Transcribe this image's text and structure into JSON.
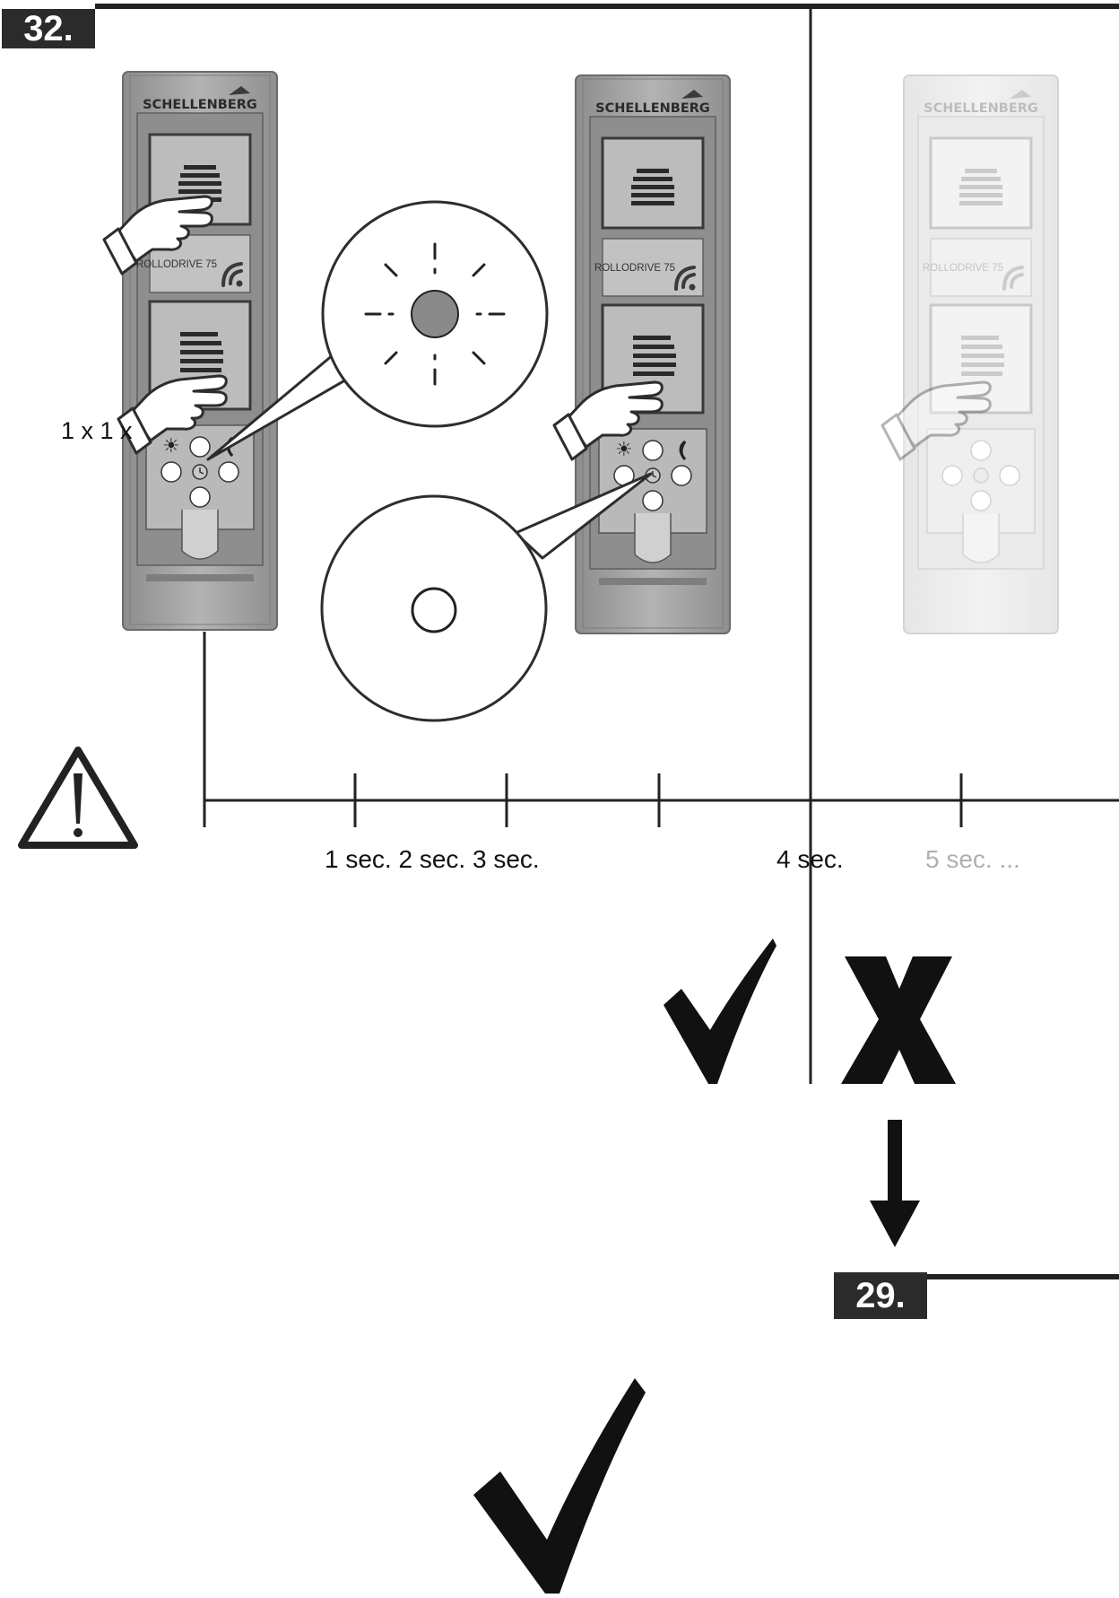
{
  "steps": {
    "current": "32.",
    "next": "29."
  },
  "remote": {
    "brand": "SCHELLENBERG",
    "model": "ROLLODRIVE 75"
  },
  "press_count": "1 x 1 x",
  "timeline": {
    "labels": [
      {
        "text": "1 sec. 2 sec. 3 sec.",
        "state": "valid"
      },
      {
        "text": "4 sec.",
        "state": "limit"
      },
      {
        "text": "5 sec. ...",
        "state": "expired"
      }
    ]
  },
  "result": {
    "within_limit": "check-icon",
    "after_limit": "x-icon",
    "final": "check-icon"
  },
  "colors": {
    "badge": "#2b2b2b",
    "line": "#222222",
    "device_body": "#9a9a9a",
    "led": "#8a8a8a",
    "faded": "#bdbdbd"
  },
  "icons": [
    "warning-icon",
    "hand-icon",
    "led-flash-icon",
    "led-off-icon",
    "arrow-down-icon"
  ]
}
